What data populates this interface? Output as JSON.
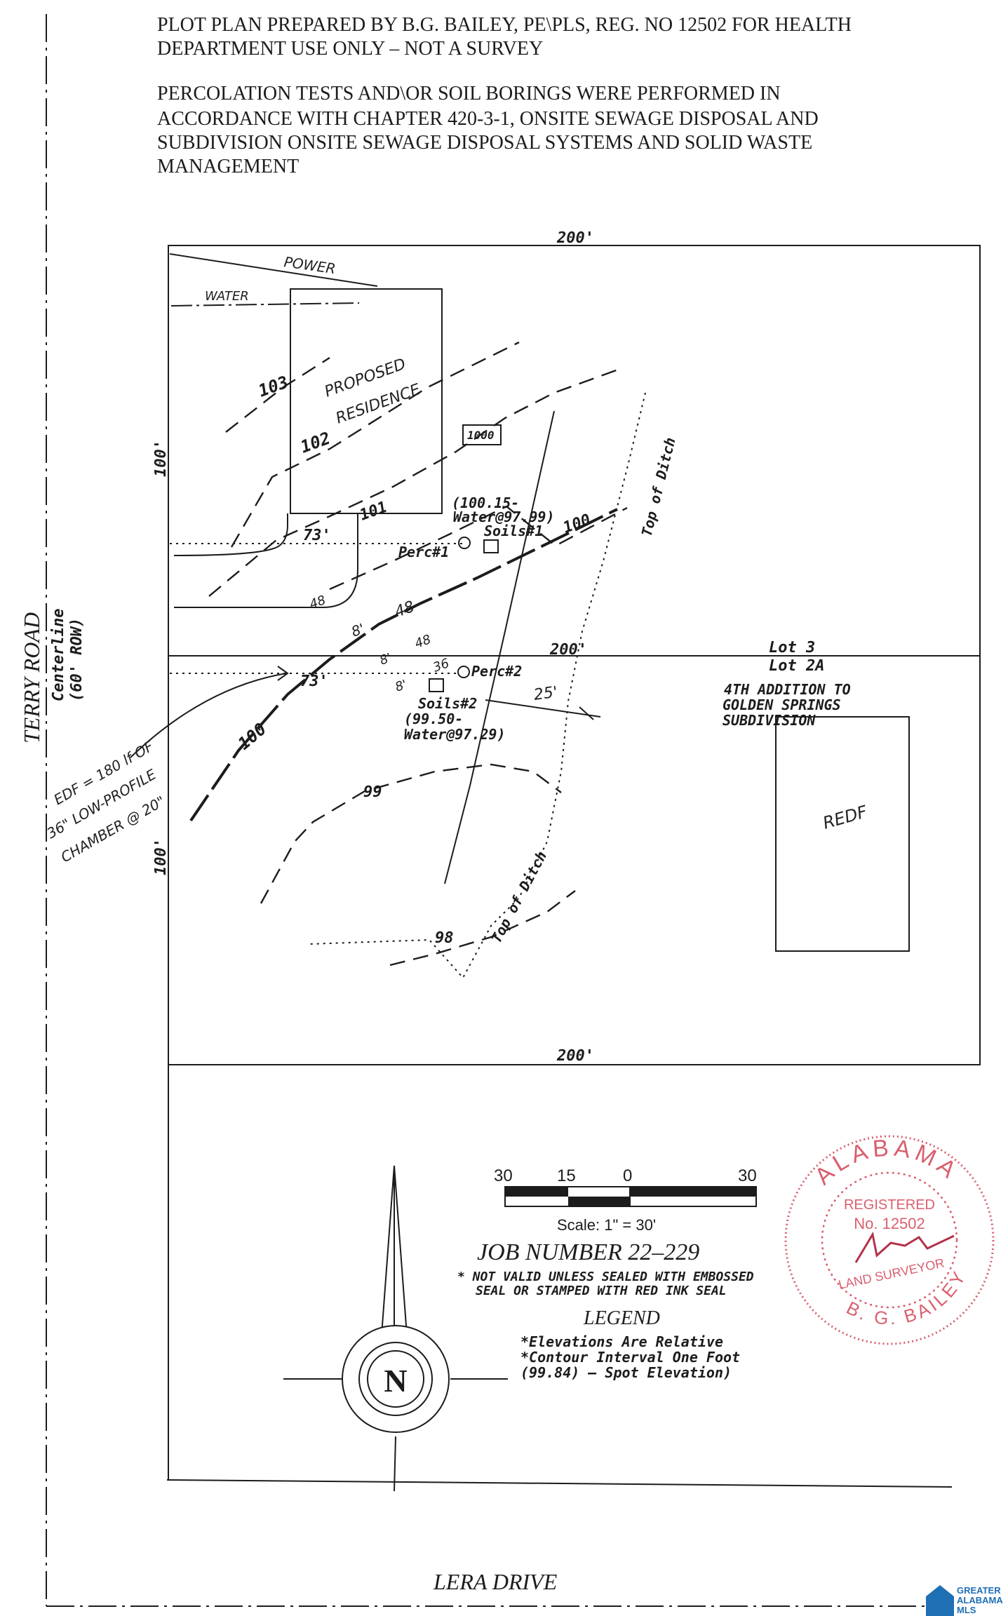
{
  "header": {
    "line1": "PLOT PLAN PREPARED BY B.G. BAILEY, PE\\PLS, REG. NO 12502 FOR HEALTH",
    "line2": "DEPARTMENT USE ONLY – NOT A SURVEY",
    "line3": "PERCOLATION TESTS AND\\OR SOIL BORINGS WERE PERFORMED  IN",
    "line4": "ACCORDANCE WITH CHAPTER 420-3-1, ONSITE SEWAGE DISPOSAL AND",
    "line5": "SUBDIVISION ONSITE SEWAGE DISPOSAL SYSTEMS AND SOLID WASTE",
    "line6": "MANAGEMENT"
  },
  "roads": {
    "left_road": "TERRY ROAD",
    "left_centerline": "Centerline",
    "left_row": "(60' ROW)",
    "bottom_road": "LERA DRIVE"
  },
  "dimensions": {
    "top": "200'",
    "middle": "200'",
    "bottom": "200'",
    "left_upper": "100'",
    "left_lower": "100'",
    "setback_upper": "73'",
    "setback_lower": "73'",
    "ditch_offset": "25'"
  },
  "plan": {
    "power": "POWER",
    "water": "WATER",
    "proposed_residence_1": "PROPOSED",
    "proposed_residence_2": "RESIDENCE",
    "box_1000": "1000",
    "contour_103": "103",
    "contour_102": "102",
    "contour_101": "101",
    "contour_100_upper": "100",
    "contour_100_lower": "100",
    "contour_99": "99",
    "contour_98": "98",
    "top_of_ditch_upper": "Top of Ditch",
    "top_of_ditch_lower": "Top of Ditch",
    "soils1_elev": "(100.15-",
    "soils1_water": "Water@97.99)",
    "soils1": "Soils#1",
    "perc1": "Perc#1",
    "perc2": "Perc#2",
    "soils2": "Soils#2",
    "soils2_elev": "(99.50-",
    "soils2_water": "Water@97.29)",
    "lot3": "Lot 3",
    "lot2a": "Lot 2A",
    "subdivision_1": "4TH ADDITION TO",
    "subdivision_2": "GOLDEN SPRINGS",
    "subdivision_3": "SUBDIVISION",
    "redf": "REDF",
    "hand_48_a": "48",
    "hand_48_b": "48",
    "hand_48_c": "48",
    "hand_8_a": "8'",
    "hand_8_b": "8'",
    "hand_8_c": "8'",
    "hand_36": "36",
    "edf_line1": "EDF = 180 lf OF",
    "edf_line2": "36\" LOW-PROFILE",
    "edf_line3": "CHAMBER @ 20\""
  },
  "scale": {
    "t30a": "30",
    "t15": "15",
    "t0": "0",
    "t30b": "30",
    "label": "Scale:  1\" = 30'"
  },
  "job": {
    "number": "JOB NUMBER 22–229",
    "note1": "* NOT VALID UNLESS SEALED WITH EMBOSSED",
    "note2": "SEAL OR STAMPED WITH RED INK SEAL"
  },
  "legend": {
    "title": "LEGEND",
    "item1": "*Elevations Are Relative",
    "item2": "*Contour Interval One Foot",
    "item3": "(99.84) – Spot Elevation)"
  },
  "north": {
    "letter": "N"
  },
  "seal": {
    "state": "ALABAMA",
    "registered": "REGISTERED",
    "number": "No. 12502",
    "title": "LAND SURVEYOR",
    "name": "B. G. BAILEY"
  },
  "watermark": {
    "line1": "GREATER",
    "line2": "ALABAMA",
    "line3": "MLS"
  },
  "colors": {
    "ink": "#1c1c1c",
    "seal_red": "#d9606f",
    "mls_blue": "#1f6fb5"
  }
}
